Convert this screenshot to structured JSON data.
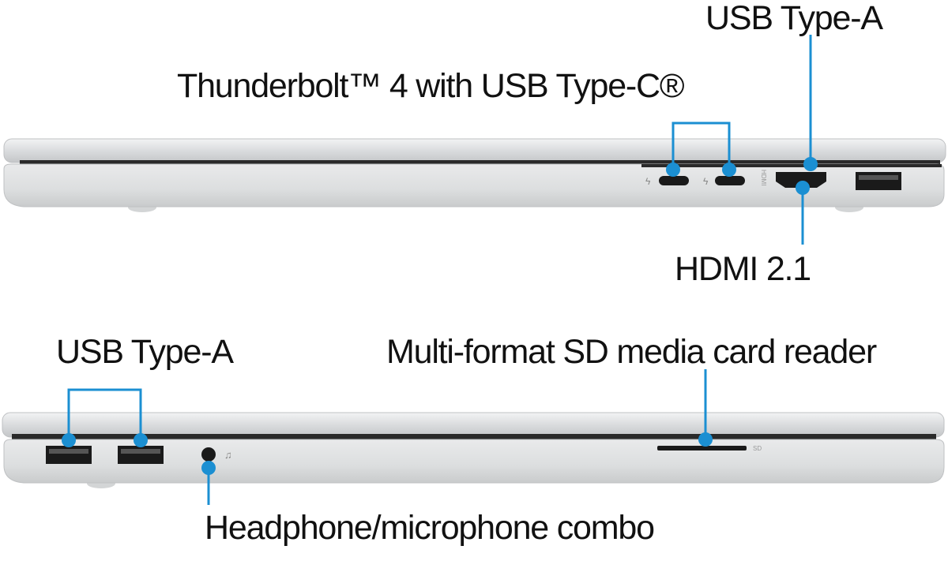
{
  "colors": {
    "accent": "#1b8fd2",
    "body": "#dcdee0",
    "port": "#1a1a1a"
  },
  "top_view": {
    "labels": {
      "usb_type_a": "USB Type-A",
      "thunderbolt": "Thunderbolt™ 4 with USB Type-C®",
      "hdmi": "HDMI 2.1"
    },
    "port_marks": {
      "hdmi": "HDMI"
    }
  },
  "bottom_view": {
    "labels": {
      "usb_type_a": "USB Type-A",
      "sd_reader": "Multi-format SD media card reader",
      "headphone": "Headphone/microphone combo"
    },
    "port_marks": {
      "sd": "SD"
    }
  }
}
